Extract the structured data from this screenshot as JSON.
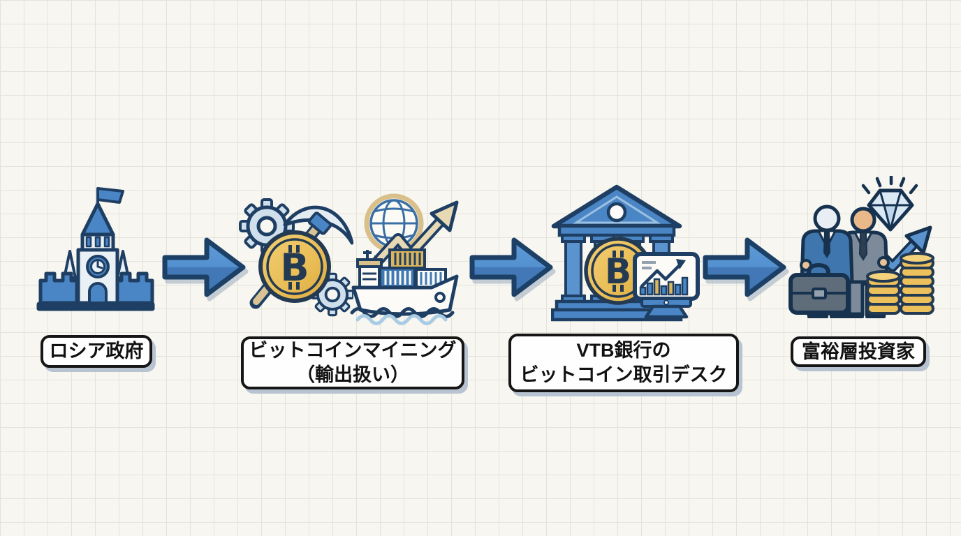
{
  "diagram": {
    "type": "flowchart",
    "direction": "left-to-right",
    "nodes": [
      {
        "id": "russia-government",
        "label": "ロシア政府",
        "icon": "kremlin-tower-icon"
      },
      {
        "id": "bitcoin-mining-export",
        "label_line1": "ビットコインマイニング",
        "label_line2": "（輸出扱い）",
        "icons": [
          "bitcoin-mining-pickaxe-gears-icon",
          "cargo-ship-globe-growth-icon"
        ]
      },
      {
        "id": "vtb-bitcoin-desk",
        "label_line1": "VTB銀行の",
        "label_line2": "ビットコイン取引デスク",
        "icon": "bank-bitcoin-trading-icon"
      },
      {
        "id": "wealthy-investors",
        "label": "富裕層投資家",
        "icon": "investors-diamond-coins-icon"
      }
    ],
    "connectors": [
      {
        "from": "russia-government",
        "to": "bitcoin-mining-export",
        "type": "arrow-right"
      },
      {
        "from": "bitcoin-mining-export",
        "to": "vtb-bitcoin-desk",
        "type": "arrow-right"
      },
      {
        "from": "vtb-bitcoin-desk",
        "to": "wealthy-investors",
        "type": "arrow-right"
      }
    ]
  },
  "icons": {
    "bitcoin_symbol": "B"
  },
  "colors": {
    "background": "#f7f6f0",
    "grid_line": "#e4e2da",
    "primary_blue": "#4a86c5",
    "light_blue": "#cfdfeb",
    "outline_navy": "#1e3f63",
    "coin_gold": "#eabf58",
    "tan": "#d9bf8a",
    "cream_arrow": "#e7d9b4",
    "label_border": "#161616",
    "label_shadow": "#b7c3d1"
  }
}
